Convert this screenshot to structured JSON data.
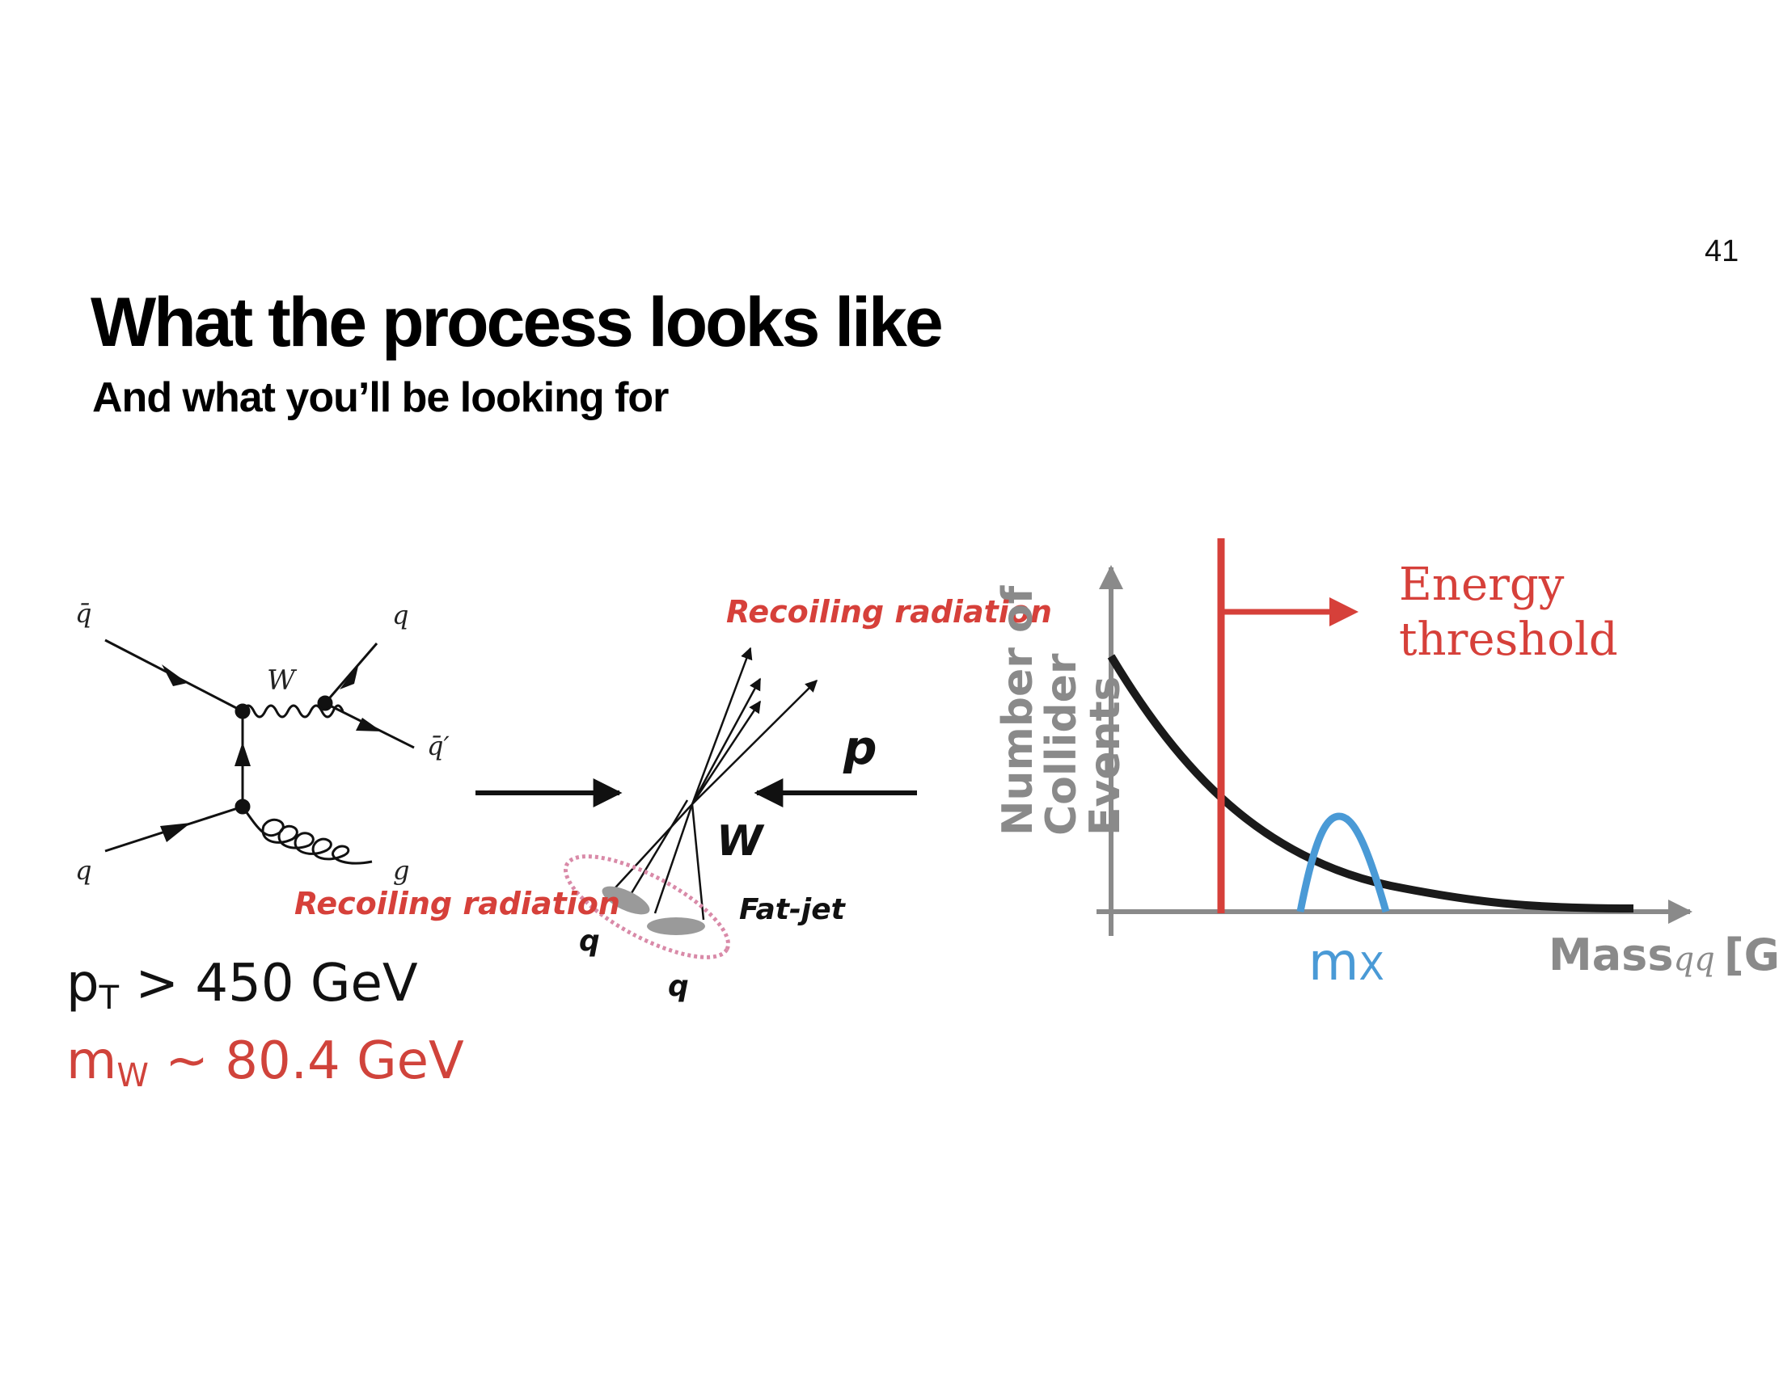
{
  "slide": {
    "number": "41",
    "title": "What the process looks like",
    "subtitle": "And what you’ll be looking for"
  },
  "feynman": {
    "labels": {
      "qbar": "q̄",
      "q_out": "q",
      "W": "W",
      "qbar_prime": "q̄′",
      "q_in": "q",
      "g": "g"
    }
  },
  "event_sketch": {
    "recoil_top": "Recoiling radiation",
    "recoil_bottom": "Recoiling radiation",
    "p": "p",
    "W": "W",
    "fatjet": "Fat-jet",
    "q1": "q",
    "q2": "q"
  },
  "cuts": {
    "pt_sym": "p",
    "pt_sub": "T",
    "pt_rest": " > 450 GeV",
    "mw_sym": "m",
    "mw_sub": "W",
    "mw_rest": " ~ 80.4 GeV"
  },
  "mass_plot": {
    "ylabel_1": "Number of",
    "ylabel_2": "Collider",
    "ylabel_3": "Events",
    "xlabel": "Mass",
    "xlabel_sub": "qq",
    "xunit": "[Ge",
    "peak_label": "m",
    "peak_sub": "X",
    "threshold_1": "Energy",
    "threshold_2": "threshold",
    "colors": {
      "background_curve": "#1a1a1a",
      "peak": "#4a9ad6",
      "threshold": "#d6403a",
      "axes": "#8a8a8a"
    }
  }
}
